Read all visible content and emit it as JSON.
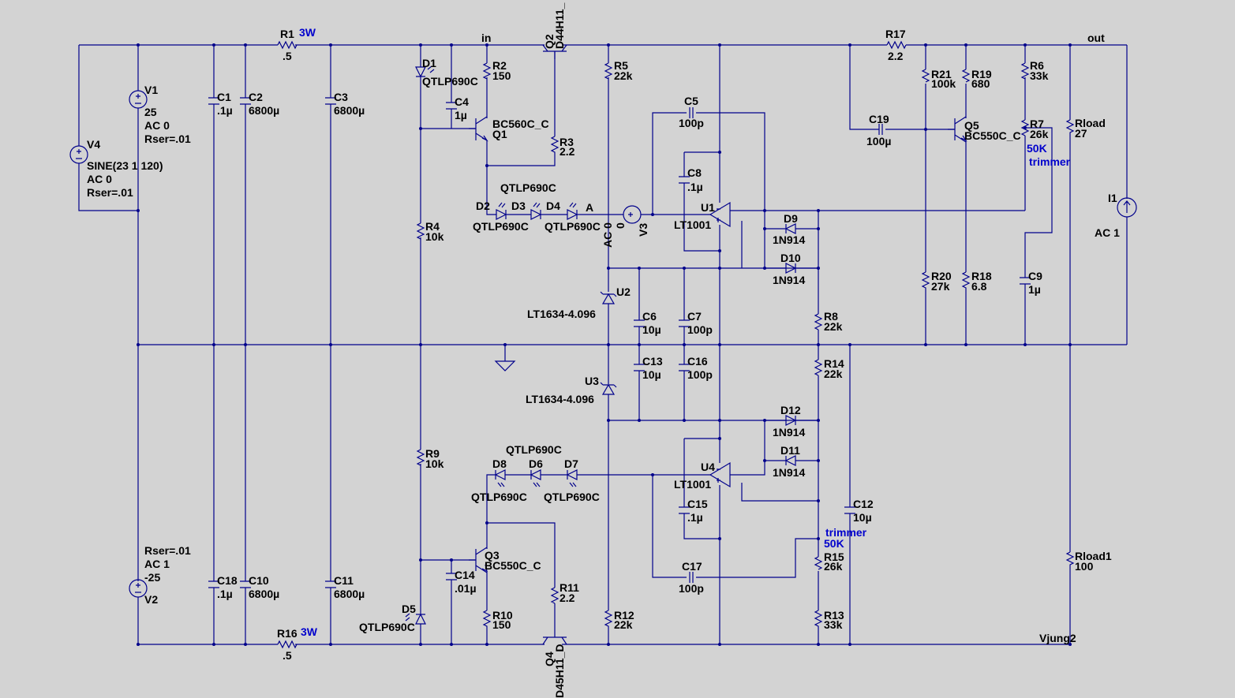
{
  "colors": {
    "background": "#d3d3d3",
    "wire": "#00008b",
    "label": "#000000",
    "annotation": "#0000cc"
  },
  "nets": {
    "in": "in",
    "out": "out",
    "A": "A"
  },
  "resistors": {
    "R1": {
      "name": "R1",
      "value": ".5",
      "power": "3W"
    },
    "R16": {
      "name": "R16",
      "value": ".5",
      "power": "3W"
    },
    "R2": {
      "name": "R2",
      "value": "150"
    },
    "R3": {
      "name": "R3",
      "value": "2.2"
    },
    "R4": {
      "name": "R4",
      "value": "10k"
    },
    "R5": {
      "name": "R5",
      "value": "22k"
    },
    "R6": {
      "name": "R6",
      "value": "33k"
    },
    "R7": {
      "name": "R7",
      "value": "26k",
      "note1": "50K",
      "note2": "trimmer"
    },
    "R8": {
      "name": "R8",
      "value": "22k"
    },
    "R9": {
      "name": "R9",
      "value": "10k"
    },
    "R10": {
      "name": "R10",
      "value": "150"
    },
    "R11": {
      "name": "R11",
      "value": "2.2"
    },
    "R12": {
      "name": "R12",
      "value": "22k"
    },
    "R13": {
      "name": "R13",
      "value": "33k"
    },
    "R14": {
      "name": "R14",
      "value": "22k"
    },
    "R15": {
      "name": "R15",
      "value": "26k",
      "note1": "trimmer",
      "note2": "50K"
    },
    "R17": {
      "name": "R17",
      "value": "2.2"
    },
    "R18": {
      "name": "R18",
      "value": "6.8"
    },
    "R19": {
      "name": "R19",
      "value": "680"
    },
    "R20": {
      "name": "R20",
      "value": "27k"
    },
    "R21": {
      "name": "R21",
      "value": "100k"
    },
    "Rload": {
      "name": "Rload",
      "value": "27"
    },
    "Rload1": {
      "name": "Rload1",
      "value": "100"
    }
  },
  "capacitors": {
    "C1": {
      "name": "C1",
      "value": ".1µ"
    },
    "C2": {
      "name": "C2",
      "value": "6800µ"
    },
    "C3": {
      "name": "C3",
      "value": "6800µ"
    },
    "C4": {
      "name": "C4",
      "value": "1µ"
    },
    "C5": {
      "name": "C5",
      "value": "100p"
    },
    "C6": {
      "name": "C6",
      "value": "10µ"
    },
    "C7": {
      "name": "C7",
      "value": "100p"
    },
    "C8": {
      "name": "C8",
      "value": ".1µ"
    },
    "C9": {
      "name": "C9",
      "value": "1µ"
    },
    "C10": {
      "name": "C10",
      "value": "6800µ"
    },
    "C11": {
      "name": "C11",
      "value": "6800µ"
    },
    "C12": {
      "name": "C12",
      "value": "10µ"
    },
    "C13": {
      "name": "C13",
      "value": "10µ"
    },
    "C14": {
      "name": "C14",
      "value": ".01µ"
    },
    "C15": {
      "name": "C15",
      "value": ".1µ"
    },
    "C16": {
      "name": "C16",
      "value": "100p"
    },
    "C17": {
      "name": "C17",
      "value": "100p"
    },
    "C18": {
      "name": "C18",
      "value": ".1µ"
    },
    "C19": {
      "name": "C19",
      "value": "100µ"
    }
  },
  "transistors": {
    "Q1": {
      "name": "Q1",
      "model": "BC560C_C"
    },
    "Q2": {
      "name": "Q2",
      "model": "D44H11_"
    },
    "Q3": {
      "name": "Q3",
      "model": "BC550C_C"
    },
    "Q4": {
      "name": "Q4",
      "model": "D45H11_D"
    },
    "Q5": {
      "name": "Q5",
      "model": "BC550C_C"
    }
  },
  "diodes": {
    "D1": {
      "name": "D1",
      "model": "QTLP690C"
    },
    "D2": {
      "name": "D2"
    },
    "D3": {
      "name": "D3"
    },
    "D4": {
      "name": "D4"
    },
    "D2to4_models": {
      "top": "QTLP690C",
      "left": "QTLP690C",
      "right": "QTLP690C"
    },
    "D5": {
      "name": "D5",
      "model": "QTLP690C"
    },
    "D6": {
      "name": "D6"
    },
    "D7": {
      "name": "D7"
    },
    "D8": {
      "name": "D8"
    },
    "D6to8_models": {
      "top": "QTLP690C",
      "left": "QTLP690C",
      "right": "QTLP690C"
    },
    "D9": {
      "name": "D9",
      "model": "1N914"
    },
    "D10": {
      "name": "D10",
      "model": "1N914"
    },
    "D11": {
      "name": "D11",
      "model": "1N914"
    },
    "D12": {
      "name": "D12",
      "model": "1N914"
    }
  },
  "ics": {
    "U1": {
      "name": "U1",
      "model": "LT1001"
    },
    "U2": {
      "name": "U2",
      "model": "LT1634-4.096"
    },
    "U3": {
      "name": "U3",
      "model": "LT1634-4.096"
    },
    "U4": {
      "name": "U4",
      "model": "LT1001"
    }
  },
  "sources": {
    "V1": {
      "name": "V1",
      "lines": [
        "25",
        "AC 0",
        "Rser=.01"
      ]
    },
    "V2": {
      "name": "V2",
      "lines": [
        "Rser=.01",
        "AC 1",
        "-25"
      ]
    },
    "V3": {
      "name": "V3",
      "value": "0",
      "ac": "AC 0"
    },
    "V4": {
      "name": "V4",
      "lines": [
        "SINE(23 1 120)",
        "AC 0",
        "Rser=.01"
      ]
    },
    "I1": {
      "name": "I1",
      "value": "AC 1"
    }
  },
  "footer_label": "Vjung2"
}
